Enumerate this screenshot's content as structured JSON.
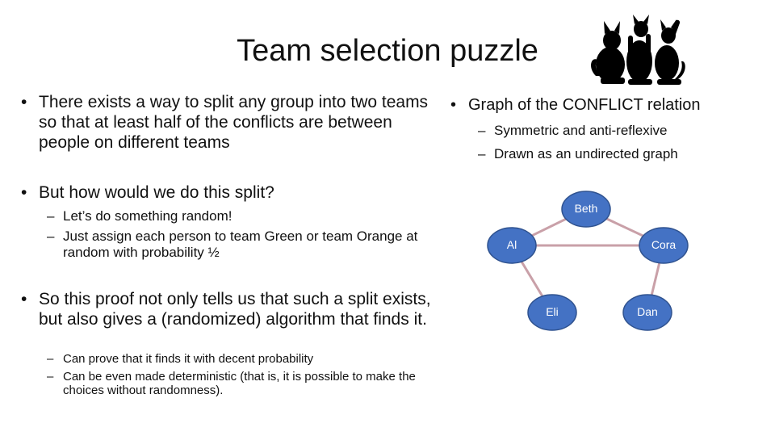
{
  "slide": {
    "title": "Team selection puzzle",
    "left_bullets": [
      {
        "text": "There exists a way to split any group into two teams so that at least half of the conflicts are between people on different teams"
      },
      {
        "text": "But how would we do this split?",
        "subs": [
          "Let’s do something random!",
          "Just assign each person to team Green or team Orange at random with probability ½"
        ]
      },
      {
        "text": "So this proof not only tells us that such a split exists, but also gives a (randomized) algorithm that finds it.",
        "subs": [
          "Can prove that it finds it with decent probability",
          "Can be even made deterministic (that is, it is possible to make the choices without randomness)."
        ]
      }
    ],
    "right_bullet": {
      "text": "Graph of the CONFLICT relation",
      "subs": [
        "Symmetric and anti-reflexive",
        "Drawn as an undirected graph"
      ]
    },
    "bullet_glyph": "•",
    "dash_glyph": "–"
  },
  "graph": {
    "nodes": [
      "Beth",
      "Al",
      "Cora",
      "Eli",
      "Dan"
    ],
    "edges": [
      [
        "Beth",
        "Al"
      ],
      [
        "Beth",
        "Cora"
      ],
      [
        "Al",
        "Cora"
      ],
      [
        "Al",
        "Eli"
      ],
      [
        "Cora",
        "Dan"
      ]
    ]
  },
  "colors": {
    "node_fill": "#4472c4",
    "node_stroke": "#2f528f",
    "edge": "#c9a0a8",
    "text": "#111111"
  },
  "icons": {
    "decoration": "cats-silhouette-icon"
  }
}
